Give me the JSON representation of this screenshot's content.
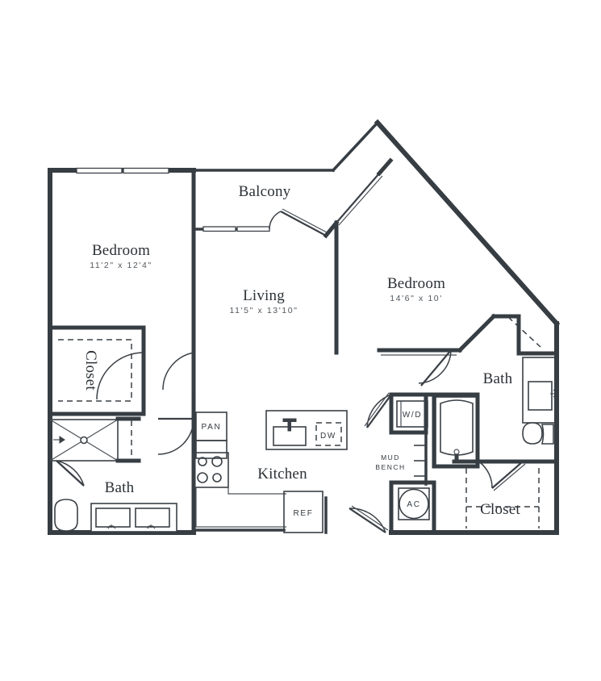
{
  "plan": {
    "title": "Apartment Floor Plan",
    "background_color": "#ffffff",
    "wall_color": "#363d43",
    "label_color": "#2b3136",
    "dim_color": "#51585e"
  },
  "rooms": [
    {
      "key": "bedroom_1",
      "label": "Bedroom",
      "dimensions": "11'2\" x 12'4\""
    },
    {
      "key": "balcony",
      "label": "Balcony",
      "dimensions": ""
    },
    {
      "key": "living",
      "label": "Living",
      "dimensions": "11'5\" x 13'10\""
    },
    {
      "key": "bedroom_2",
      "label": "Bedroom",
      "dimensions": "14'6\" x 10'"
    },
    {
      "key": "closet_1",
      "label": "Closet",
      "dimensions": ""
    },
    {
      "key": "bath_1",
      "label": "Bath",
      "dimensions": ""
    },
    {
      "key": "kitchen",
      "label": "Kitchen",
      "dimensions": ""
    },
    {
      "key": "bath_2",
      "label": "Bath",
      "dimensions": ""
    },
    {
      "key": "closet_2",
      "label": "Closet",
      "dimensions": ""
    }
  ],
  "appliances": [
    {
      "key": "pantry",
      "label": "PAN"
    },
    {
      "key": "dishwasher",
      "label": "DW"
    },
    {
      "key": "refrigerator",
      "label": "REF"
    },
    {
      "key": "washer_dryer",
      "label": "W/D"
    },
    {
      "key": "mud_bench_l1",
      "label": "MUD"
    },
    {
      "key": "mud_bench_l2",
      "label": "BENCH"
    },
    {
      "key": "ac_unit",
      "label": "AC"
    }
  ]
}
